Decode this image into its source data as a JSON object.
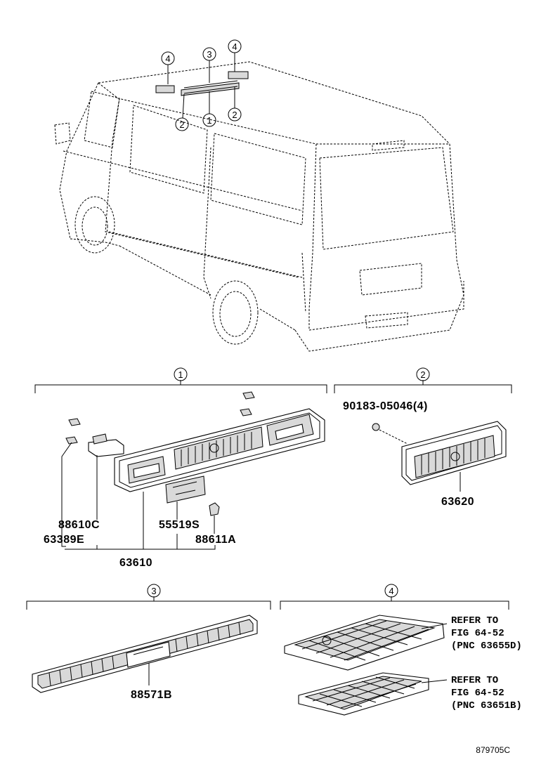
{
  "callouts": {
    "c1": "1",
    "c2": "2",
    "c3": "3",
    "c4": "4"
  },
  "parts": {
    "p63610": "63610",
    "p63389E": "63389E",
    "p88610C": "88610C",
    "p55519S": "55519S",
    "p88611A": "88611A",
    "p90183": "90183-05046(4)",
    "p63620": "63620",
    "p88571B": "88571B"
  },
  "references": {
    "ref_a": [
      "REFER TO",
      "FIG 64-52",
      "(PNC 63655D)"
    ],
    "ref_b": [
      "REFER TO",
      "FIG 64-52",
      "(PNC 63651B)"
    ]
  },
  "figure_id": "879705C"
}
